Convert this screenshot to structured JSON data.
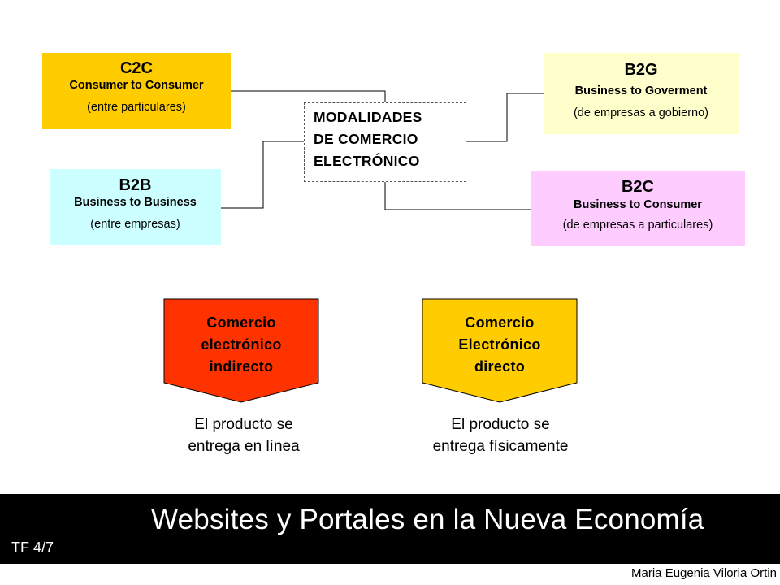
{
  "center": {
    "lines": [
      "MODALIDADES",
      "DE COMERCIO",
      "ELECTRÓNICO"
    ]
  },
  "models": {
    "c2c": {
      "code": "C2C",
      "full": "Consumer to Consumer",
      "desc": "(entre particulares)",
      "color": "#ffcc00"
    },
    "b2b": {
      "code": "B2B",
      "full": "Business to Business",
      "desc": "(entre empresas)",
      "color": "#ccffff"
    },
    "b2g": {
      "code": "B2G",
      "full": "Business to Goverment",
      "desc": "(de empresas a gobierno)",
      "color": "#ffffcc"
    },
    "b2c": {
      "code": "B2C",
      "full": "Business to Consumer",
      "desc": "(de empresas a particulares)",
      "color": "#ffccff"
    }
  },
  "types": {
    "indirect": {
      "lines": [
        "Comercio",
        "electrónico",
        "indirecto"
      ],
      "note": [
        "El producto se",
        "entrega en línea"
      ],
      "color": "#ff3300"
    },
    "direct": {
      "lines": [
        "Comercio",
        "Electrónico",
        "directo"
      ],
      "note": [
        "El producto se",
        "entrega físicamente"
      ],
      "color": "#ffcc00"
    }
  },
  "footer": {
    "title": "Websites y Portales en la Nueva Economía",
    "slide": "TF 4/7",
    "author": "Maria Eugenia Viloria Ortin"
  }
}
